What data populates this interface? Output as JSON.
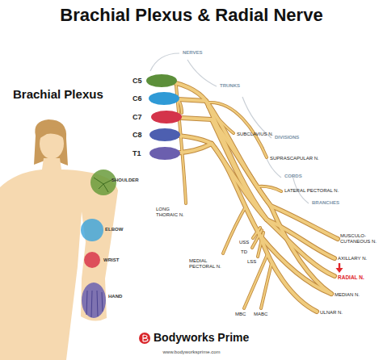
{
  "diagram": {
    "title": "Brachial Plexus & Radial Nerve",
    "labels": [
      "Brachial Plexus",
      "SHOULDER",
      "ELBOW",
      "WRIST",
      "HAND",
      "NERVES",
      "TRUNKS",
      "DIVISIONS",
      "CORDS",
      "BRANCHES",
      "C5",
      "C6",
      "C7",
      "C8",
      "T1",
      "SUBCLAVIUS N.",
      "SUPRASCAPULAR N.",
      "LATERAL PECTORAL N.",
      "LONG THORAIC N.",
      "MEDIAL PECTORAL N.",
      "USS",
      "TD",
      "LSS",
      "MBC",
      "MABC",
      "MUSCULO-CUTANEOUS N.",
      "AXILLARY N.",
      "RADIAL N.",
      "MEDIAN N.",
      "ULNAR N.",
      "Bodyworks Prime",
      "www.bodyworksprime.com"
    ]
  }
}
